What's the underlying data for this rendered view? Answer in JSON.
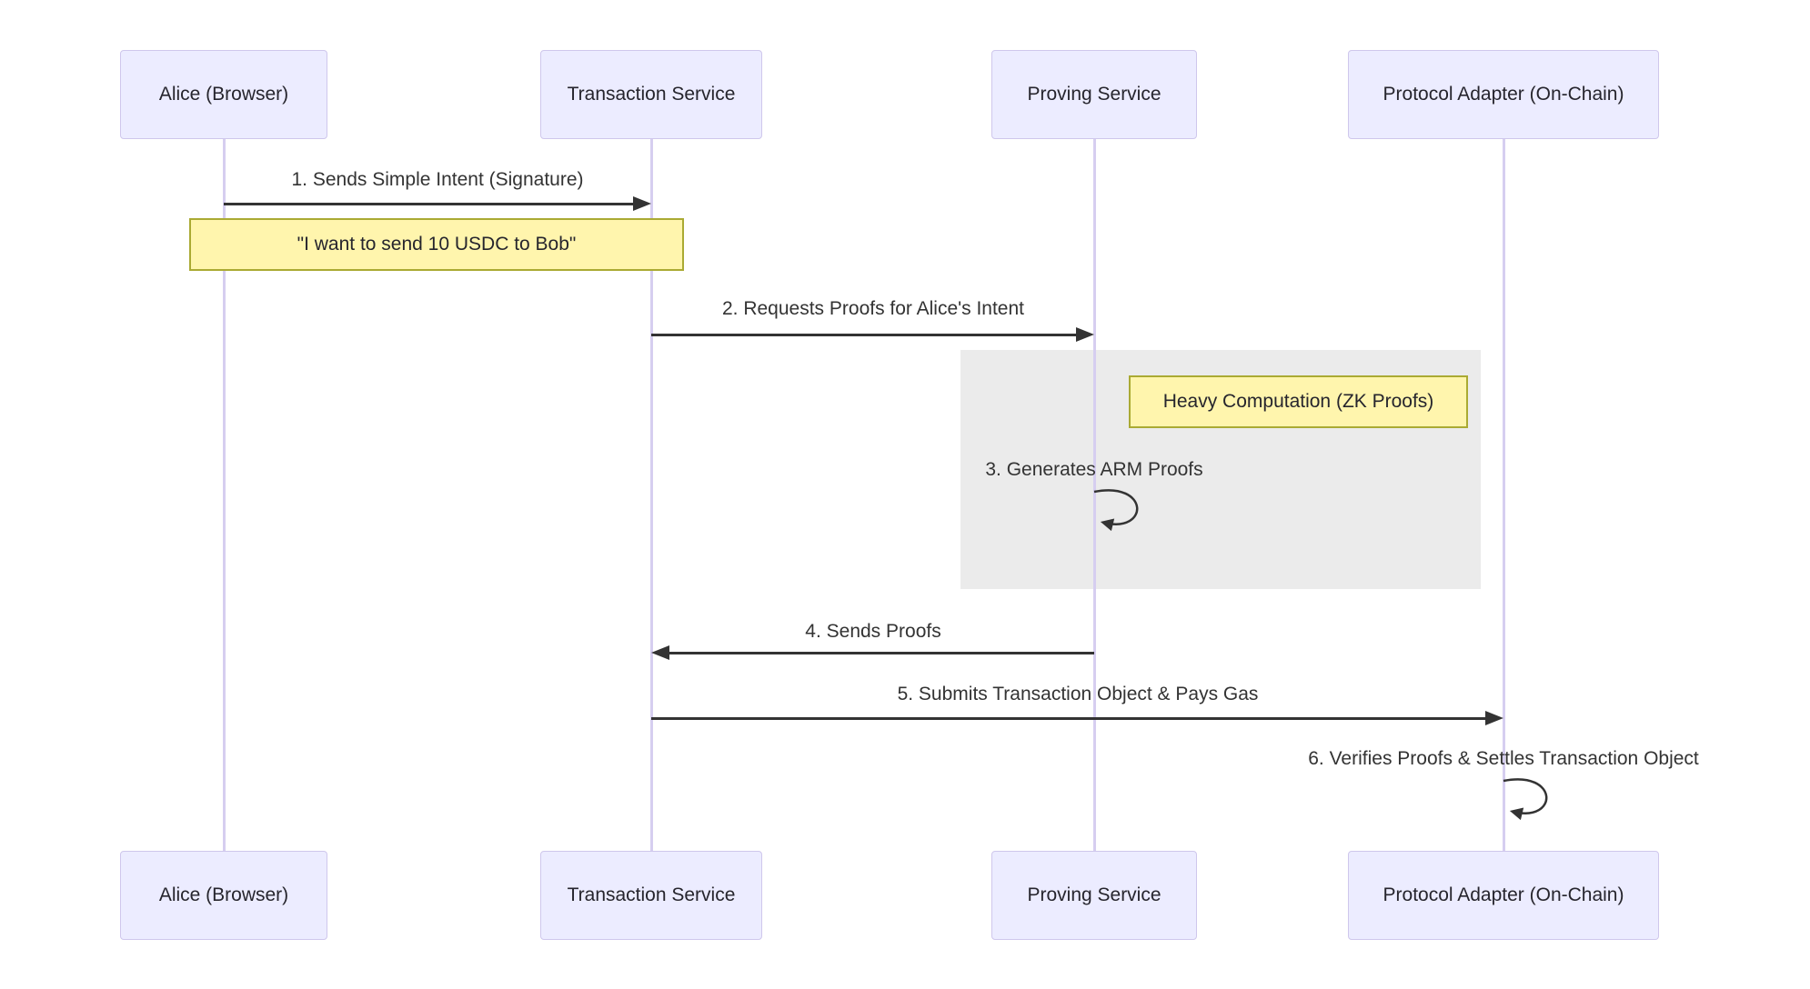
{
  "colors": {
    "background": "#FFFFFF",
    "actor_fill": "#ECECFF",
    "actor_border": "#CFC7EC",
    "lifeline": "#D6CEF0",
    "note_fill": "#FFF5AD",
    "note_border": "#AAAA33",
    "highlight_fill": "#EBEBEB",
    "line": "#333333",
    "text": "#333333"
  },
  "diagram_type": "sequence",
  "actors": [
    {
      "label": "Alice (Browser)"
    },
    {
      "label": "Transaction Service"
    },
    {
      "label": "Proving Service"
    },
    {
      "label": "Protocol Adapter (On-Chain)"
    }
  ],
  "messages": [
    {
      "seq": "1",
      "label": "1. Sends Simple Intent (Signature)",
      "from": "Alice (Browser)",
      "to": "Transaction Service",
      "kind": "solid-arrow"
    },
    {
      "seq": "2",
      "label": "2. Requests Proofs for Alice's Intent",
      "from": "Transaction Service",
      "to": "Proving Service",
      "kind": "solid-arrow"
    },
    {
      "seq": "3",
      "label": "3. Generates ARM Proofs",
      "from": "Proving Service",
      "to": "Proving Service",
      "kind": "self-loop"
    },
    {
      "seq": "4",
      "label": "4. Sends Proofs",
      "from": "Proving Service",
      "to": "Transaction Service",
      "kind": "solid-arrow"
    },
    {
      "seq": "5",
      "label": "5. Submits Transaction Object & Pays Gas",
      "from": "Transaction Service",
      "to": "Protocol Adapter (On-Chain)",
      "kind": "solid-arrow"
    },
    {
      "seq": "6",
      "label": "6. Verifies Proofs & Settles Transaction Object",
      "from": "Protocol Adapter (On-Chain)",
      "to": "Protocol Adapter (On-Chain)",
      "kind": "self-loop"
    }
  ],
  "notes": [
    {
      "text": "\"I want to send 10 USDC to Bob\"",
      "over": "Alice (Browser), Transaction Service"
    },
    {
      "text": "Heavy Computation (ZK Proofs)",
      "over": "Proving Service"
    }
  ]
}
